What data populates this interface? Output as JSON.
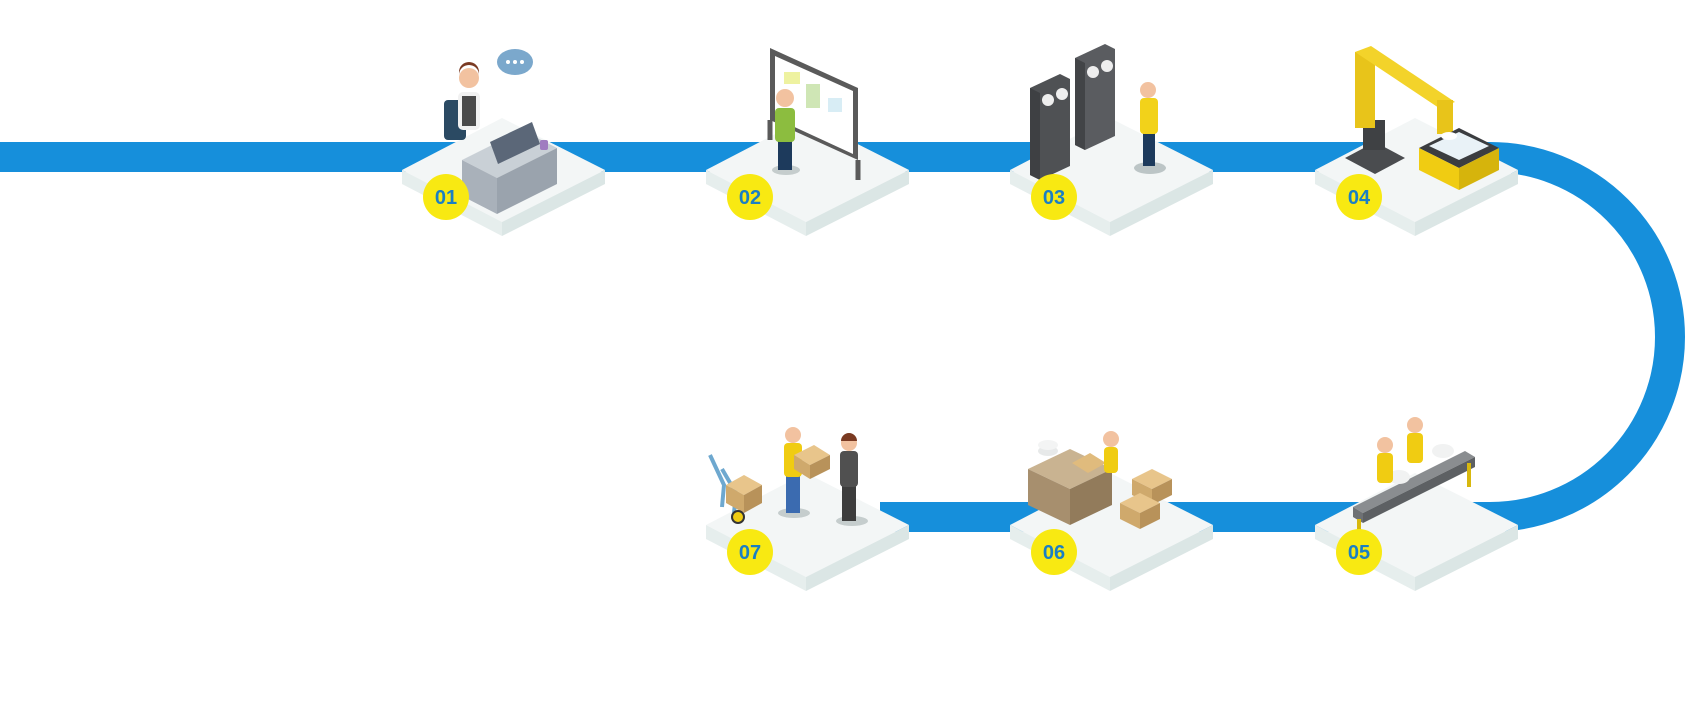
{
  "colors": {
    "path": "#168fdb",
    "badge_fill": "#f8e912",
    "badge_text": "#1a7fc4",
    "platform_top": "#f3f6f6",
    "platform_side": "#dfe9e8"
  },
  "steps": [
    {
      "number": "01",
      "scene": "customer-service-operator-icon"
    },
    {
      "number": "02",
      "scene": "planning-whiteboard-icon"
    },
    {
      "number": "03",
      "scene": "server-control-panel-icon"
    },
    {
      "number": "04",
      "scene": "robotic-arm-icon"
    },
    {
      "number": "05",
      "scene": "conveyor-belt-workers-icon"
    },
    {
      "number": "06",
      "scene": "packing-boxes-icon"
    },
    {
      "number": "07",
      "scene": "delivery-handover-icon"
    }
  ]
}
